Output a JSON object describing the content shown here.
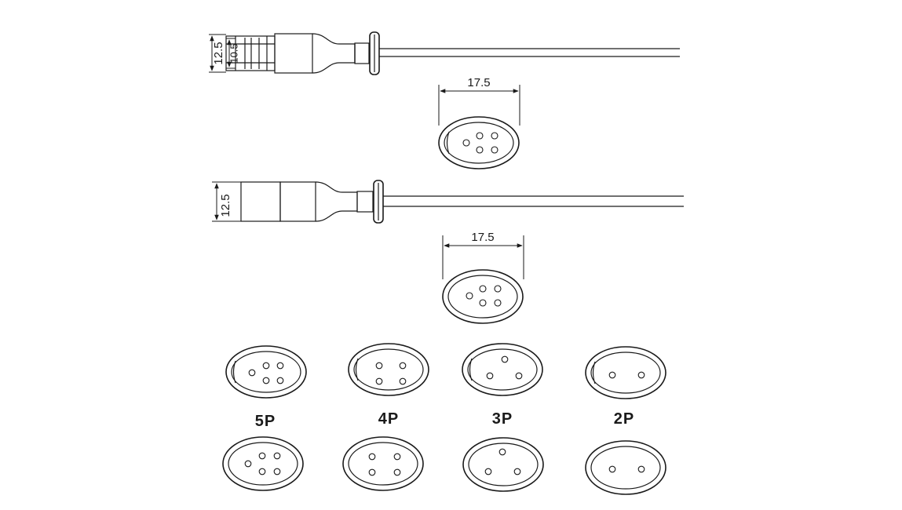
{
  "top_connector": {
    "dim_outer": "12.5",
    "dim_inner": "10.5",
    "face_width": "17.5"
  },
  "middle_connector": {
    "dim_outer": "12.5",
    "face_width": "17.5"
  },
  "pin_variants": [
    {
      "label": "5P",
      "pins": 5
    },
    {
      "label": "4P",
      "pins": 4
    },
    {
      "label": "3P",
      "pins": 3
    },
    {
      "label": "2P",
      "pins": 2
    }
  ]
}
